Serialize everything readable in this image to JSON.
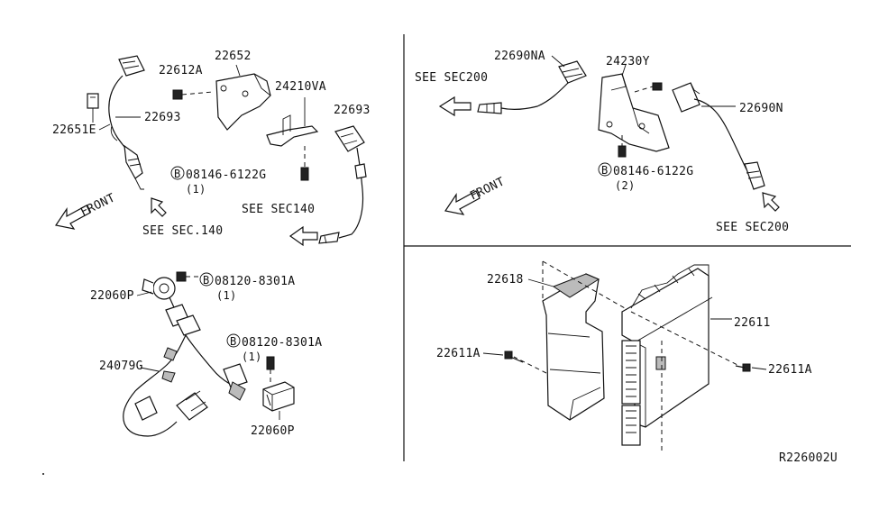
{
  "diagram": {
    "code": "R226002U",
    "labels": {
      "p22651e": "22651E",
      "p22612a": "22612A",
      "p22652": "22652",
      "p22693_left": "22693",
      "p24210va": "24210VA",
      "p22693_right": "22693",
      "bolt_08146_left": "08146-6122G",
      "bolt_08146_left_qty": "(1)",
      "front_left": "FRONT",
      "see_sec140_a": "SEE SEC.140",
      "see_sec140_b": "SEE SEC140",
      "p22690na": "22690NA",
      "see_sec200_a": "SEE SEC200",
      "p24230y": "24230Y",
      "p22690n": "22690N",
      "bolt_08146_right": "08146-6122G",
      "bolt_08146_right_qty": "(2)",
      "front_right": "FRONT",
      "see_sec200_b": "SEE SEC200",
      "bolt_08120_a": "08120-8301A",
      "bolt_08120_a_qty": "(1)",
      "p22060p_a": "22060P",
      "bolt_08120_b": "08120-8301A",
      "bolt_08120_b_qty": "(1)",
      "p24079g": "24079G",
      "p22060p_b": "22060P",
      "p22618": "22618",
      "p22611": "22611",
      "p22611a_left": "22611A",
      "p22611a_right": "22611A",
      "bolt_marker": "B"
    }
  }
}
